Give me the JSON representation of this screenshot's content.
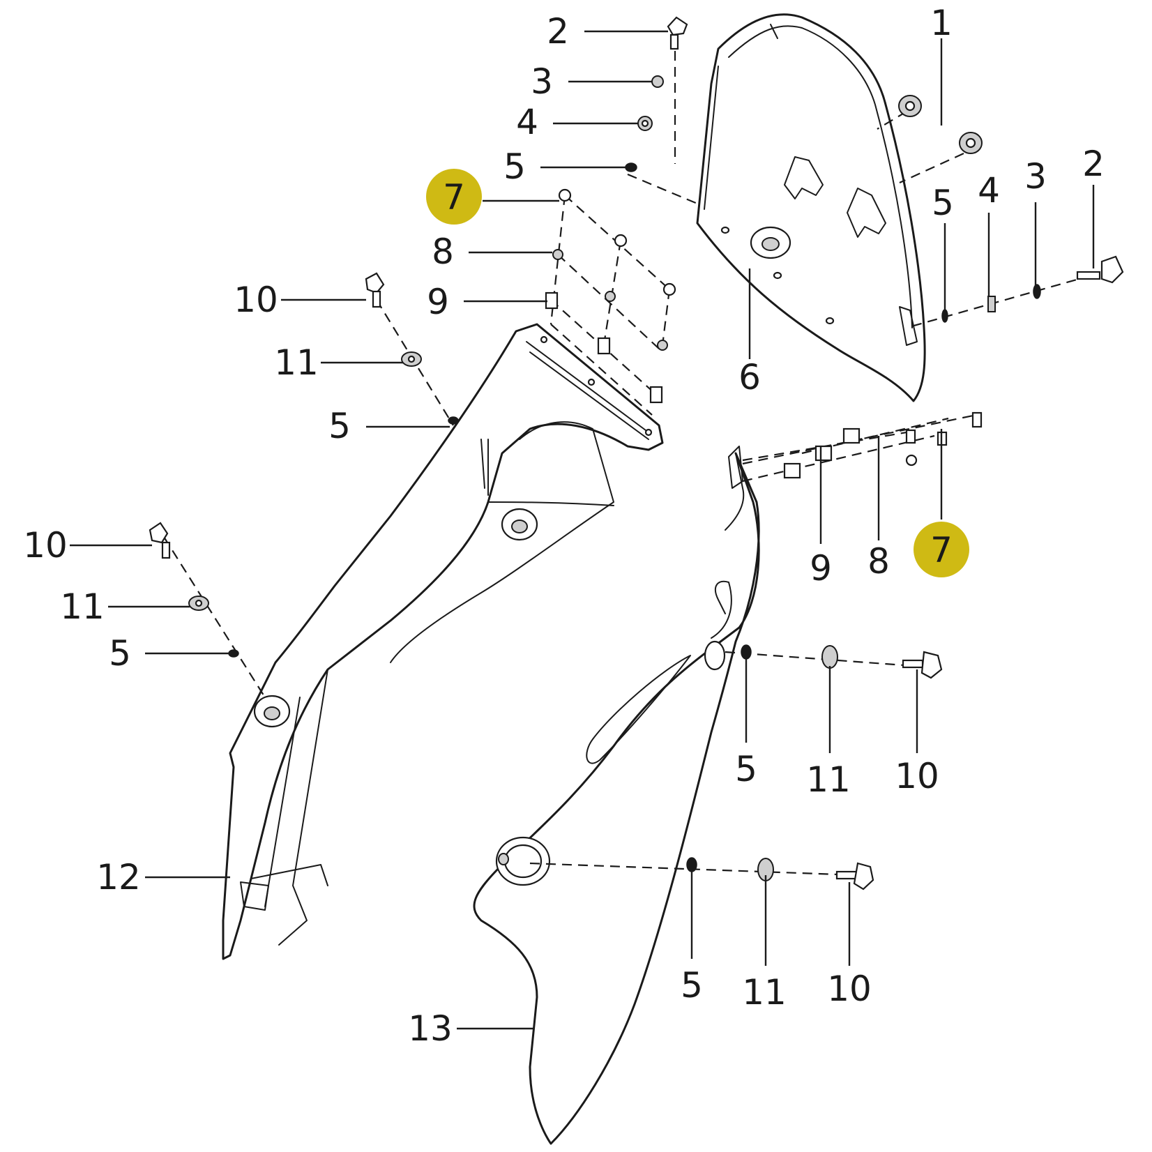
{
  "callouts": {
    "c2a": "2",
    "c3a": "3",
    "c4a": "4",
    "c5a": "5",
    "c7a": "7",
    "c8a": "8",
    "c9a": "9",
    "c1": "1",
    "c6": "6",
    "c5b": "5",
    "c4b": "4",
    "c3b": "3",
    "c2b": "2",
    "c10a": "10",
    "c11a": "11",
    "c5c": "5",
    "c10b": "10",
    "c11b": "11",
    "c5d": "5",
    "c12": "12",
    "c9b": "9",
    "c8b": "8",
    "c7b": "7",
    "c5e": "5",
    "c11c": "11",
    "c10c": "10",
    "c5f": "5",
    "c11d": "11",
    "c10d": "10",
    "c13": "13"
  },
  "highlight_color": "#cbb400"
}
